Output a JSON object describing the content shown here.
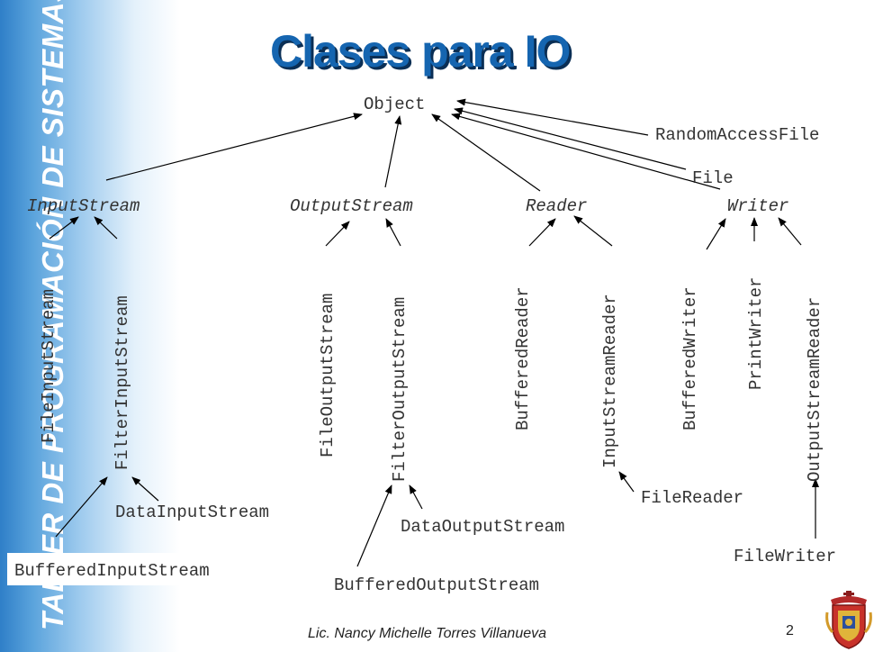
{
  "slide": {
    "title": "Clases para IO",
    "sidebar_text": "TALLER DE PROGRAMACIÓN DE SISTEMAS",
    "author": "Lic. Nancy Michelle Torres Villanueva",
    "page_number": "2"
  },
  "nodes": {
    "object": "Object",
    "random_access_file": "RandomAccessFile",
    "file": "File",
    "input_stream": "InputStream",
    "output_stream": "OutputStream",
    "reader": "Reader",
    "writer": "Writer",
    "file_input_stream": "FileInputStream",
    "filter_input_stream": "FilterInputStream",
    "file_output_stream": "FileOutputStream",
    "filter_output_stream": "FilterOutputStream",
    "buffered_reader": "BufferedReader",
    "input_stream_reader": "InputStreamReader",
    "buffered_writer": "BufferedWriter",
    "print_writer": "PrintWriter",
    "output_stream_reader": "OutputStreamReader",
    "data_input_stream": "DataInputStream",
    "buffered_input_stream": "BufferedInputStream",
    "data_output_stream": "DataOutputStream",
    "buffered_output_stream": "BufferedOutputStream",
    "file_reader": "FileReader",
    "file_writer": "FileWriter"
  },
  "colors": {
    "title": "#1565b0",
    "title_shadow": "#0b2f55",
    "sidebar": "#2f7fc8"
  }
}
